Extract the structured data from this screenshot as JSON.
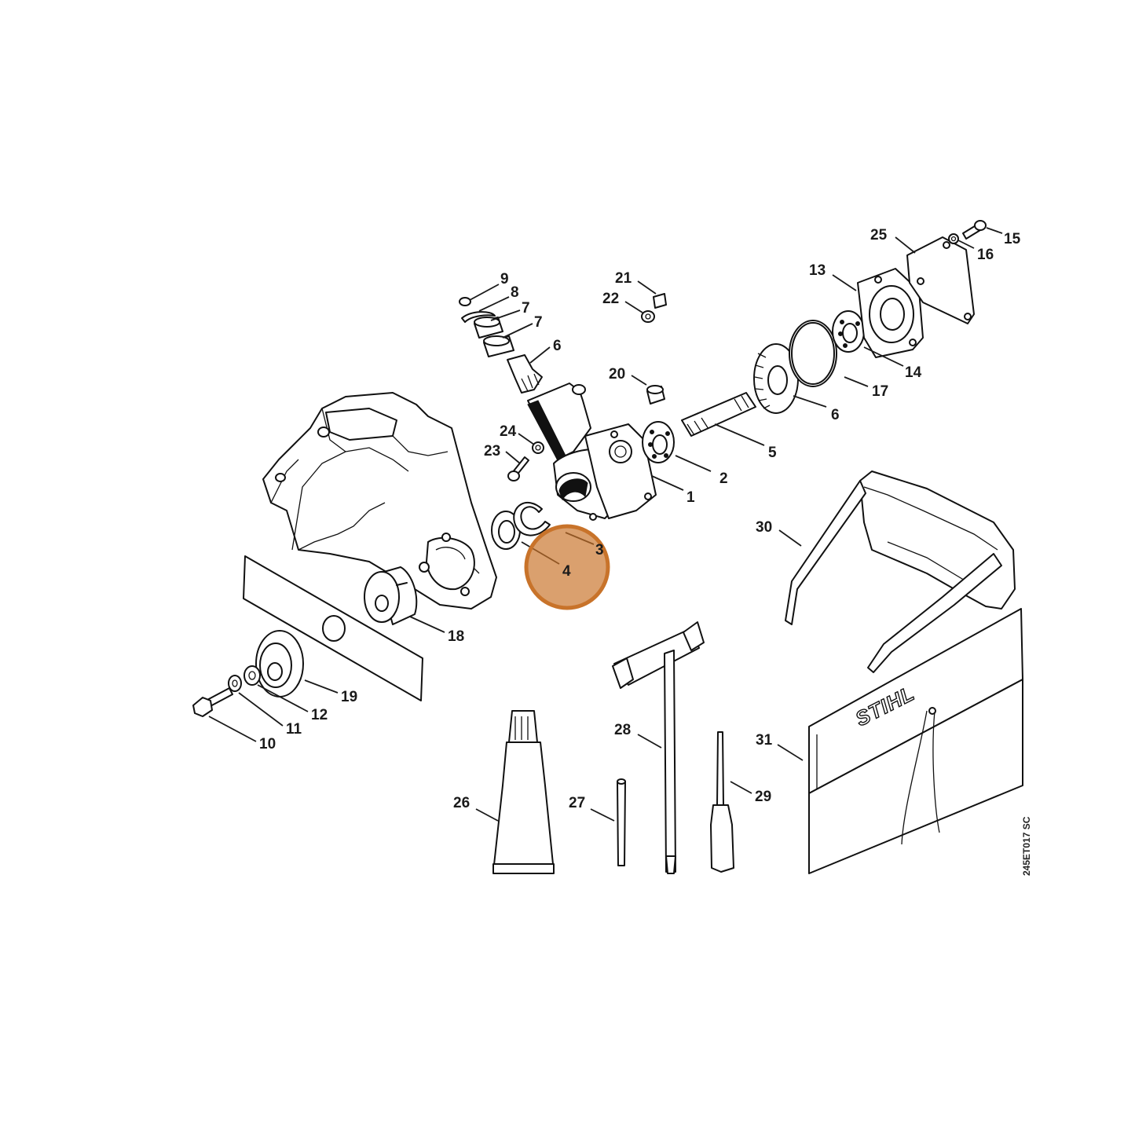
{
  "diagram": {
    "reference_code": "245ET017 SC",
    "brand_text": "STIHL",
    "highlight_color": "#c8732a",
    "highlighted_callout": "4",
    "callouts": [
      {
        "id": "c9",
        "label": "9"
      },
      {
        "id": "c8",
        "label": "8"
      },
      {
        "id": "c7a",
        "label": "7"
      },
      {
        "id": "c7b",
        "label": "7"
      },
      {
        "id": "c6a",
        "label": "6"
      },
      {
        "id": "c21",
        "label": "21"
      },
      {
        "id": "c22",
        "label": "22"
      },
      {
        "id": "c20",
        "label": "20"
      },
      {
        "id": "c25",
        "label": "25"
      },
      {
        "id": "c15",
        "label": "15"
      },
      {
        "id": "c16",
        "label": "16"
      },
      {
        "id": "c13",
        "label": "13"
      },
      {
        "id": "c14",
        "label": "14"
      },
      {
        "id": "c17",
        "label": "17"
      },
      {
        "id": "c6b",
        "label": "6"
      },
      {
        "id": "c5",
        "label": "5"
      },
      {
        "id": "c2",
        "label": "2"
      },
      {
        "id": "c1",
        "label": "1"
      },
      {
        "id": "c24",
        "label": "24"
      },
      {
        "id": "c23",
        "label": "23"
      },
      {
        "id": "c3",
        "label": "3"
      },
      {
        "id": "c4",
        "label": "4"
      },
      {
        "id": "c18",
        "label": "18"
      },
      {
        "id": "c19",
        "label": "19"
      },
      {
        "id": "c12",
        "label": "12"
      },
      {
        "id": "c11",
        "label": "11"
      },
      {
        "id": "c10",
        "label": "10"
      },
      {
        "id": "c30",
        "label": "30"
      },
      {
        "id": "c28",
        "label": "28"
      },
      {
        "id": "c31",
        "label": "31"
      },
      {
        "id": "c26",
        "label": "26"
      },
      {
        "id": "c27",
        "label": "27"
      },
      {
        "id": "c29",
        "label": "29"
      }
    ]
  }
}
